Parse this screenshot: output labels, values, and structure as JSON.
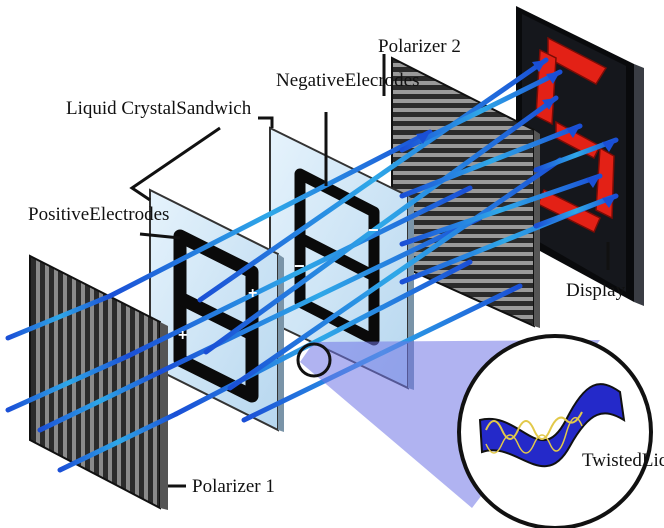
{
  "labels": {
    "polarizer_2": "Polarizer 2",
    "negative_electrodes": "NegativeElecrodes",
    "liquid_crystal_sandwich": "Liquid CrystalSandwich",
    "positive_electrodes": "PositiveElectrodes",
    "display": "Display",
    "polarizer_1": "Polarizer 1",
    "twisted_liquid": "TwistedLiqu"
  },
  "signs": {
    "plus": "+",
    "minus": "−"
  },
  "colors": {
    "light_ray": "#1a4fd6",
    "ray_highlight": "#27d3c8",
    "segment_on": "#e32116",
    "display_bg": "#15171c",
    "glass": "#cfe6f7",
    "electrode": "#0a0a0a",
    "magnifier": "#6f74e6"
  }
}
